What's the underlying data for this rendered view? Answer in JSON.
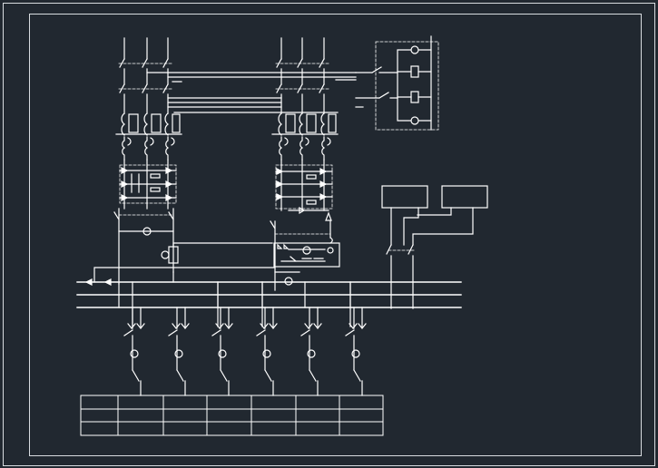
{
  "theme": {
    "background": "#212830",
    "line_color": "#ffffff",
    "frame_color": "#d8dce0"
  },
  "diagram": {
    "kind": "electrical single-line schematic (CAD drawing)",
    "texts": [],
    "incoming_feeders": 2,
    "outgoing_feeders": 6,
    "title_block": {
      "rows": 3,
      "columns": 7
    }
  }
}
